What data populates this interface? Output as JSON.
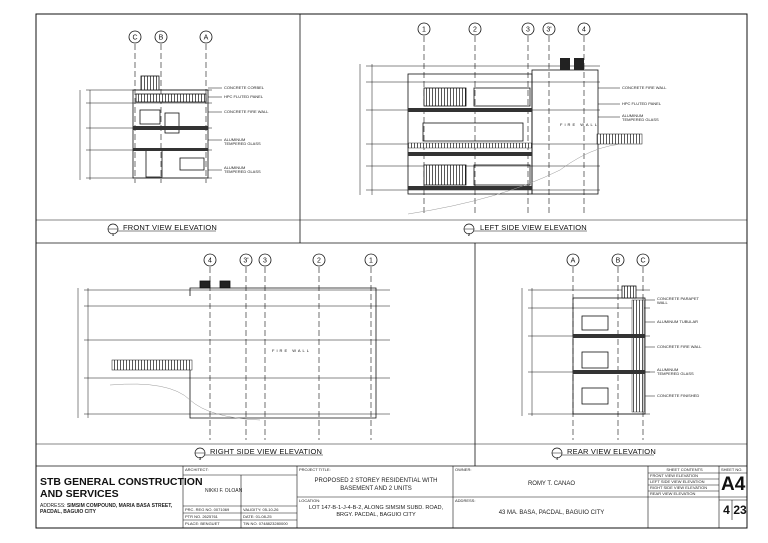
{
  "views": {
    "front": {
      "title": "FRONT VIEW ELEVATION",
      "number": "1",
      "grids": [
        "C",
        "B",
        "A"
      ],
      "labels": [
        "CONCRETE CORBEL",
        "HPC FLUTED PANEL",
        "CONCRETE FIRE WALL",
        "ALUMINUM TEMPERED GLASS",
        "ALUMINUM TEMPERED GLASS"
      ]
    },
    "left": {
      "title": "LEFT SIDE VIEW ELEVATION",
      "number": "2",
      "grids": [
        "1",
        "2",
        "3",
        "3'",
        "4"
      ],
      "labels": [
        "CONCRETE FIRE WALL",
        "HPC FLUTED PANEL",
        "ALUMINUM TEMPERED GLASS"
      ],
      "wall_text": "FIRE WALL"
    },
    "right": {
      "title": "RIGHT SIDE VIEW ELEVATION",
      "number": "3",
      "grids": [
        "4",
        "3'",
        "3",
        "2",
        "1"
      ],
      "wall_text": "FIRE WALL"
    },
    "rear": {
      "title": "REAR VIEW ELEVATION",
      "number": "4",
      "grids": [
        "A",
        "B",
        "C"
      ],
      "labels": [
        "CONCRETE PARAPET WALL",
        "ALUMINUM TUBULAR",
        "CONCRETE FIRE WALL",
        "ALUMINUM TEMPERED GLASS",
        "CONCRETE FINISHED"
      ]
    }
  },
  "title_block": {
    "company_line1": "STB GENERAL CONSTRUCTION",
    "company_line2": "AND SERVICES",
    "address_label": "ADDRESS:",
    "address_line1": "SIMSIM COMPOUND, MARIA BASA STREET,",
    "address_line2": "PACDAL, BAGUIO CITY",
    "architect_label": "ARCHITECT:",
    "architect_name": "NIKKI F. OLOAN",
    "prc_reg": "PRC. REG NO. 0071069",
    "validity": "VALIDITY: 05-10-26",
    "ptr_no": "PTR NO. 2625761",
    "date": "DATE: 01-08-25",
    "place": "PLACE: BENGUET",
    "tin": "TIN NO. 0748823280000",
    "project_title_label": "PROJECT TITLE:",
    "project_title_line1": "PROPOSED  2 STOREY RESIDENTIAL WITH",
    "project_title_line2": "BASEMENT AND 2 UNITS",
    "location_label": "LOCATION:",
    "location_line1": "LOT 147-B-1-J-4-B-2, ALONG SIMSIM SUBD. ROAD,",
    "location_line2": "BRGY. PACDAL, BAGUIO CITY",
    "owner_label": "OWNER:",
    "owner_name": "ROMY  T.  CANAO",
    "owner_address_label": "ADDRESS:",
    "owner_address": "43 MA. BASA, PACDAL, BAGUIO CITY",
    "sheet_contents_label": "SHEET CONTENTS",
    "sheet_contents": [
      "FRONT VIEW ELEVATION",
      "LEFT SIDE VIEW ELEVATION",
      "RIGHT SIDE VIEW ELEVATION",
      "REAR VIEW ELEVATION"
    ],
    "sheet_no_label": "SHEET NO.",
    "sheet_code": "A4",
    "sheet_index": "4",
    "sheet_total": "23"
  }
}
